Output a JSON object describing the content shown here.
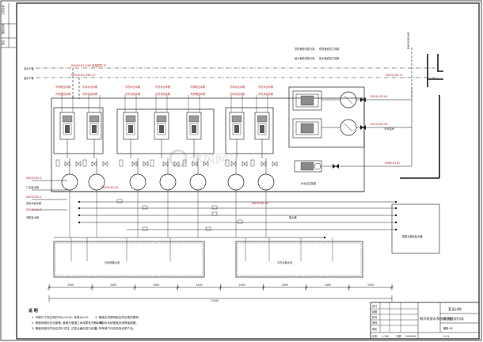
{
  "sidebar_labels": [
    "工程名称",
    "图纸名称",
    "签名"
  ],
  "top_labels": [
    {
      "text": "供热管道流量计量",
      "color": "#222"
    },
    {
      "text": "供热管道压力测量",
      "color": "#222"
    },
    {
      "text": "给水管道流量计量",
      "color": "#222"
    },
    {
      "text": "给水管道压力测量",
      "color": "#222"
    }
  ],
  "pipe_tags": {
    "supply_main": "DN400-B1-Z(W)-保温层厚:70",
    "supply_label": "供水干管",
    "return_main": "DN400-B2-Z(W)-70",
    "return_label": "回水干管",
    "tag_right_top": "DN150-B1-70",
    "tag_right_mid1": "DN100-B1-60",
    "tag_right_mid2": "DN100-B1-60",
    "tag_right_pump": "DN80-B1-60",
    "tag_left1": "DN150-B1-Z",
    "tag_left2": "DN150-B2-Z",
    "tag_left3": "DN150-B1-Z",
    "tag_mid": "DN150-B1-60",
    "tag_bottom": "DN100-B2-60"
  },
  "groups": [
    {
      "line1": "冷却塔出水管",
      "line2": "冷却塔回水管"
    },
    {
      "line1": "冷却水出水管",
      "line2": "冷却水回水管"
    },
    {
      "line1": "冷冻水出水管",
      "line2": "冷冻水回水管"
    },
    {
      "line1": "冷冻水出水管",
      "line2": "冷冻水回水管"
    }
  ],
  "left_side_labels": [
    "厂区给水管",
    "自来水给水管",
    "消防给水管"
  ],
  "right_labels": {
    "chiller_area": "冷冻机房",
    "pump_label": "补水定压装置",
    "collector": "集水器",
    "tank_area": "膨胀水箱及软水器"
  },
  "basins": [
    {
      "label": "冷却塔集水池"
    },
    {
      "label": "冷冻水集水池"
    }
  ],
  "dimension": {
    "total": "17400",
    "segments": [
      "1200",
      "2400",
      "2400",
      "2400",
      "2400",
      "2400",
      "2400",
      "1200"
    ]
  },
  "notes": {
    "heading": "说 明",
    "items": [
      "1. 本图尺寸除注明外均以mm计, 标高以m计。",
      "2. 管道穿墙处应设套管, 套管与管道之间用柔性材料封堵。",
      "3. 管道安装完毕后应进行试压, 试压合格后进行保温。",
      "4. 管道支吊架间距应符合规范要求。",
      "5. 冷却水系统管道采用焊接钢管。",
      "6. 所有阀门均应选用优质产品。"
    ]
  },
  "title_block": {
    "company": "某设计院",
    "project": "某工程空调冷热源",
    "drawing": "制冷机房水系统原理图",
    "scale_label": "比例",
    "scale": "1:100",
    "date_label": "日期",
    "date": "2008.06",
    "sheet_no": "暖施-06",
    "code": "S-01",
    "rows": [
      "设计",
      "制图",
      "校对",
      "审核",
      "审定"
    ]
  },
  "watermark": "沐风网",
  "colors": {
    "line": "#1a1a1a",
    "accent": "#c0392b",
    "green": "#2e7d32",
    "blue": "#1f4fa3",
    "magenta": "#a01a7d"
  }
}
